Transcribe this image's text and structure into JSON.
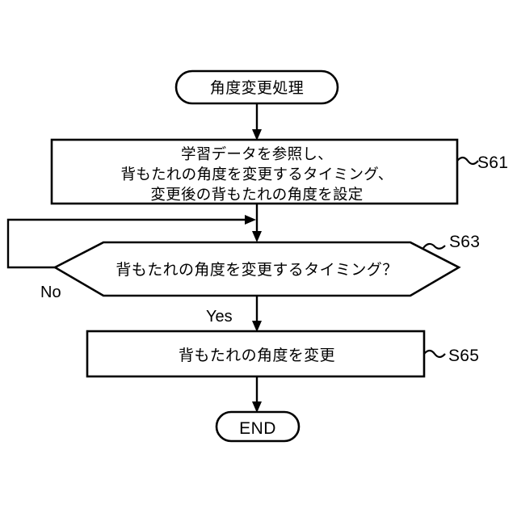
{
  "diagram": {
    "type": "flowchart",
    "orientation": "top-to-bottom",
    "language": "ja",
    "line_color": "#000000",
    "fill_color": "#ffffff",
    "background": "#ffffff"
  },
  "nodes": {
    "start": {
      "shape": "terminator",
      "label": "角度変更処理"
    },
    "s61": {
      "shape": "process",
      "step_label": "S61",
      "lines": [
        "学習データを参照し、",
        "背もたれの角度を変更するタイミング、",
        "変更後の背もたれの角度を設定"
      ]
    },
    "s63": {
      "shape": "decision",
      "step_label": "S63",
      "label": "背もたれの角度を変更するタイミング？"
    },
    "s65": {
      "shape": "process",
      "step_label": "S65",
      "label": "背もたれの角度を変更"
    },
    "end": {
      "shape": "terminator",
      "label": "END"
    }
  },
  "edges": {
    "yes_label": "Yes",
    "no_label": "No"
  }
}
